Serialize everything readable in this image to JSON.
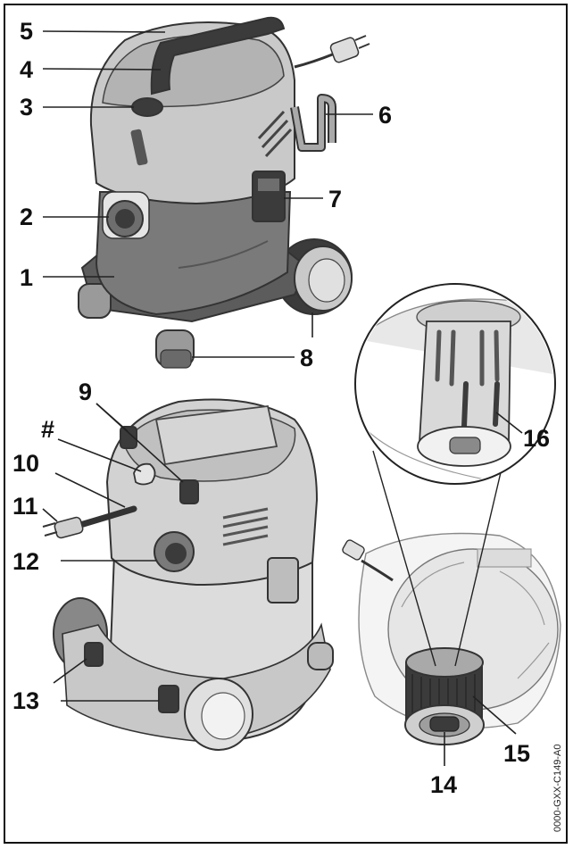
{
  "callouts": {
    "c1": "1",
    "c2": "2",
    "c3": "3",
    "c4": "4",
    "c5": "5",
    "c6": "6",
    "c7": "7",
    "c8": "8",
    "c9": "9",
    "chash": "#",
    "c10": "10",
    "c11": "11",
    "c12": "12",
    "c13": "13",
    "c14": "14",
    "c15": "15",
    "c16": "16"
  },
  "figure_code": "0000-GXX-C149-A0",
  "colors": {
    "light_gray": "#c9c9c9",
    "mid_gray": "#a9a9a9",
    "dark_gray": "#6e6e6e",
    "charcoal": "#3b3b3b",
    "outline": "#333333"
  }
}
